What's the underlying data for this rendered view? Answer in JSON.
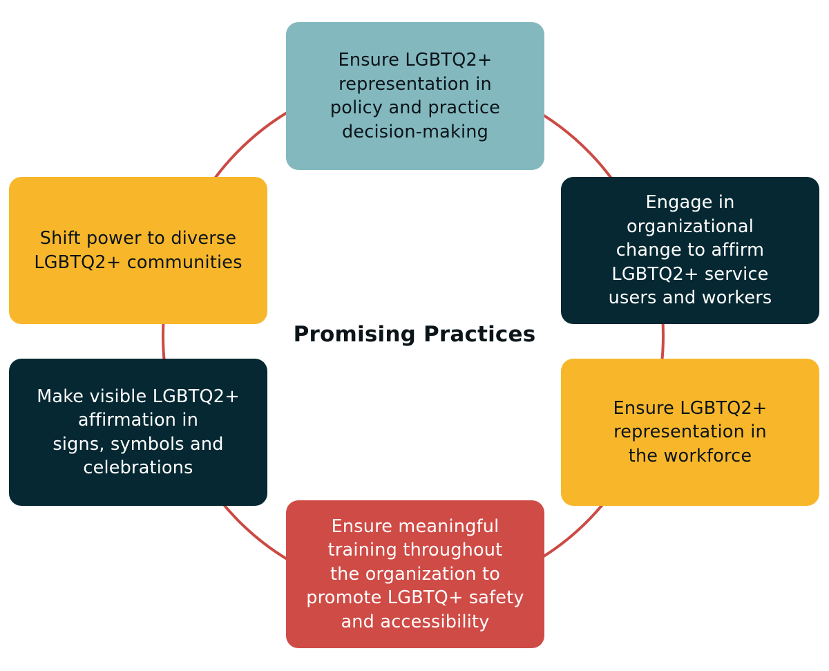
{
  "colors": {
    "ring": "#cc4a45",
    "teal": "#83b8bf",
    "yellow": "#f8b72b",
    "dark": "#052832",
    "red": "#cf4b46",
    "dark_text": "#0b1418",
    "light_text": "#ffffff"
  },
  "center": {
    "title": "Promising Practices"
  },
  "boxes": {
    "top": {
      "text": "Ensure LGBTQ2+\nrepresentation in\npolicy and practice\ndecision-making",
      "color": "#83b8bf",
      "text_color": "#0b1418"
    },
    "right_upper": {
      "text": "Engage in\norganizational\nchange to affirm\nLGBTQ2+ service\nusers and workers",
      "color": "#052832",
      "text_color": "#ffffff"
    },
    "right_lower": {
      "text": "Ensure LGBTQ2+\nrepresentation in\nthe workforce",
      "color": "#f8b72b",
      "text_color": "#0b1418"
    },
    "bottom": {
      "text": "Ensure meaningful\ntraining throughout\nthe organization to\npromote LGBTQ+ safety\nand accessibility",
      "color": "#cf4b46",
      "text_color": "#ffffff"
    },
    "left_lower": {
      "text": "Make visible LGBTQ2+\naffirmation in\nsigns, symbols and\ncelebrations",
      "color": "#052832",
      "text_color": "#ffffff"
    },
    "left_upper": {
      "text": "Shift power to diverse\nLGBTQ2+ communities",
      "color": "#f8b72b",
      "text_color": "#0b1418"
    }
  }
}
